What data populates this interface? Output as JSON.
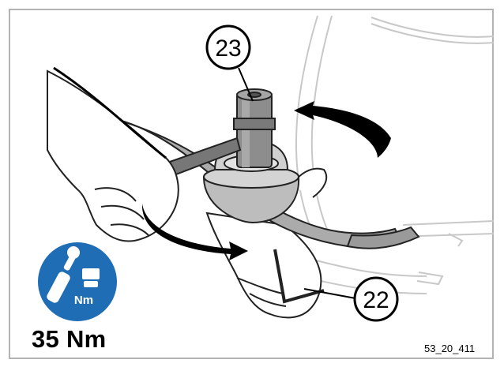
{
  "callouts": {
    "upper": "23",
    "lower": "22"
  },
  "torque_icon": {
    "label": "Nm",
    "icon": "torque-wrench-icon",
    "color": "#1f6db5"
  },
  "torque_value": "35 Nm",
  "figure_ref": "53_20_411"
}
